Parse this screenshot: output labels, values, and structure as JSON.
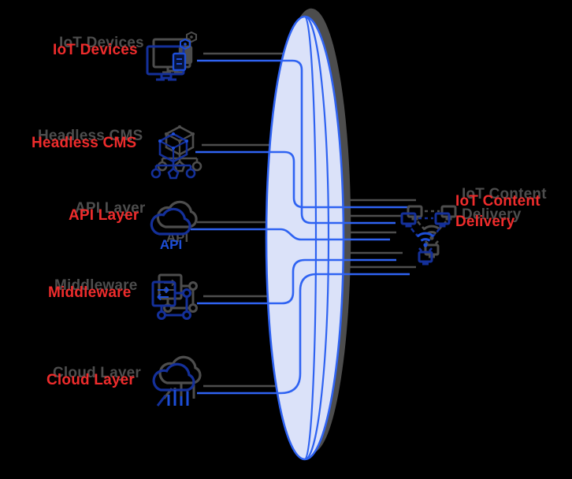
{
  "diagram": {
    "title_visible": false,
    "colors": {
      "background": "#000000",
      "label_red": "#ee2c2c",
      "line_blue": "#2f63f2",
      "ellipse_fill": "#dbe2f9",
      "ellipse_stroke": "#2e62f1",
      "icon_navy": "#14309a",
      "icon_blue": "#1d4ed8",
      "shadow_gray": "#4d4d4d"
    },
    "left_nodes": [
      {
        "label": "IoT Devices",
        "icon": "iot-device-monitor-icon"
      },
      {
        "label": "Headless CMS",
        "icon": "cube-hierarchy-icon"
      },
      {
        "label": "API Layer",
        "icon": "cloud-api-icon"
      },
      {
        "label": "Middleware",
        "icon": "integration-box-icon"
      },
      {
        "label": "Cloud Layer",
        "icon": "cloud-bars-icon"
      }
    ],
    "right_node": {
      "label": "IoT Content Delivery",
      "icon": "iot-network-wifi-icon"
    },
    "api_icon_text": "API",
    "hub_shape": "vertical-lens-ellipse"
  }
}
